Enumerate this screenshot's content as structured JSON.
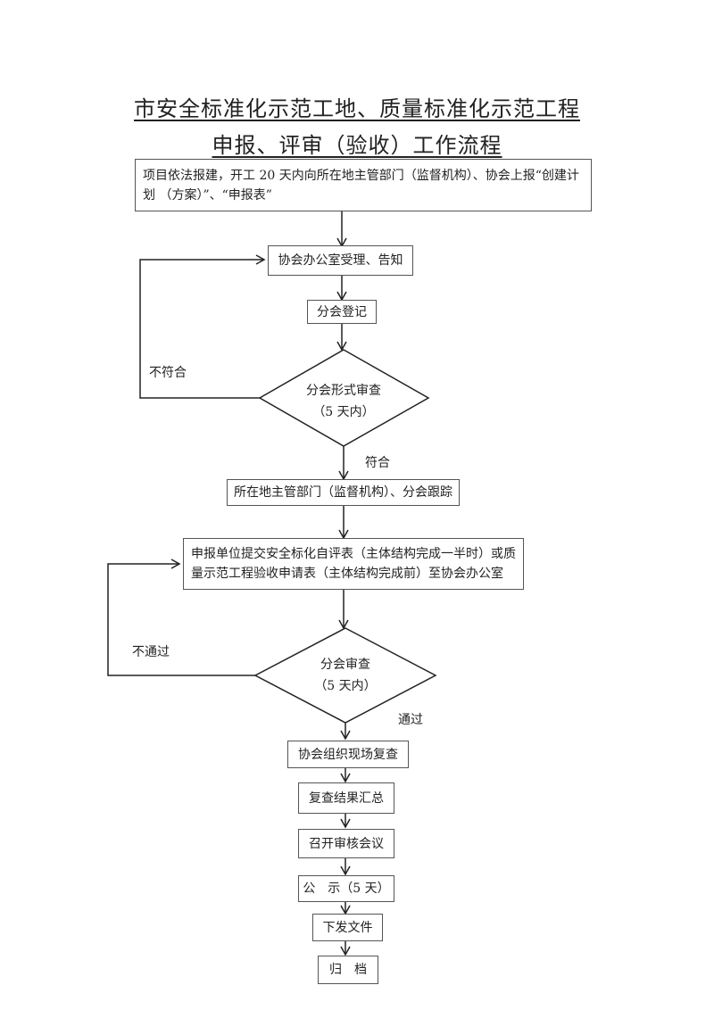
{
  "title": {
    "line1": "市安全标准化示范工地、质量标准化示范工程",
    "line2": "申报、评审（验收）工作流程"
  },
  "steps": {
    "s1": "项目依法报建，开工 20 天内向所在地主管部门（监督机构）、协会上报“创建计划 （方案）”、“申报表”",
    "s2": "协会办公室受理、告知",
    "s3": "分会登记",
    "s4": "所在地主管部门（监督机构）、分会跟踪",
    "s5": "申报单位提交安全标化自评表（主体结构完成一半时）或质量示范工程验收申请表（主体结构完成前）至协会办公室",
    "s6": "协会组织现场复查",
    "s7": "复查结果汇总",
    "s8": "召开审核会议",
    "s9": "公　示（5 天）",
    "s10": "下发文件",
    "s11": "归　档"
  },
  "decisions": {
    "d1": {
      "line1": "分会形式审查",
      "line2": "（5 天内）",
      "no_label": "不符合",
      "yes_label": "符合"
    },
    "d2": {
      "line1": "分会审查",
      "line2": "（5 天内）",
      "no_label": "不通过",
      "yes_label": "通过"
    }
  }
}
